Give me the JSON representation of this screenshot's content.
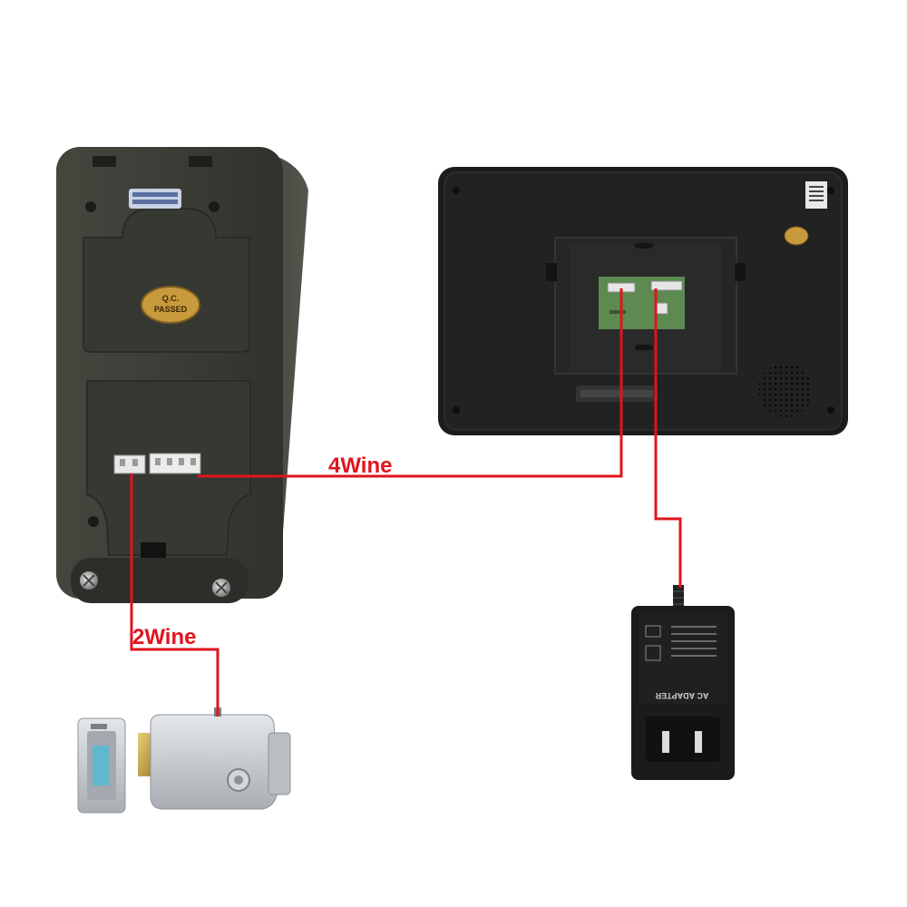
{
  "labels": {
    "four_wire": "4Wine",
    "two_wire": "2Wine"
  },
  "outdoor_unit": {
    "qc_sticker_line1": "Q.C.",
    "qc_sticker_line2": "PASSED"
  },
  "adapter": {
    "title": "AC ADAPTER"
  },
  "colors": {
    "wire": "#e0141c",
    "outdoor_body": "#3f4139",
    "monitor_body": "#1c1c1c",
    "lock_body": "#c9cdd1",
    "adapter_body": "#1b1b1b",
    "sticker": "#c89a3c"
  }
}
